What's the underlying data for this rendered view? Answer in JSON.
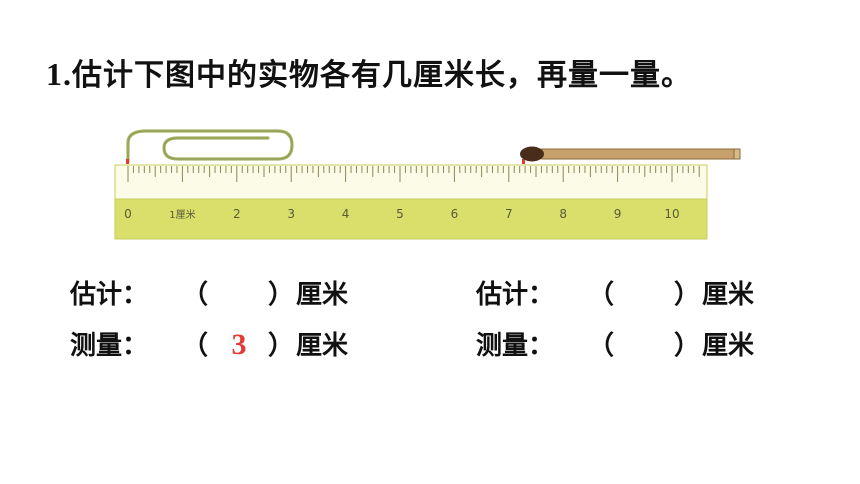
{
  "title": {
    "number": "1.",
    "text": "估计下图中的实物各有几厘米长，再量一量。"
  },
  "ruler": {
    "numbers": [
      "0",
      "1厘米",
      "2",
      "3",
      "4",
      "5",
      "6",
      "7",
      "8",
      "9",
      "10"
    ],
    "body_color": "#d9df6a",
    "tick_color": "#8a8a5a"
  },
  "objects": {
    "paperclip": {
      "icon": "paperclip-icon",
      "color": "#a9b567"
    },
    "match": {
      "icon": "matchstick-icon",
      "head_color": "#4a2c1a",
      "stick_color": "#c7a06b"
    }
  },
  "answers": {
    "left": {
      "estimate_label": "估计：",
      "estimate_value": "",
      "measure_label": "测量：",
      "measure_value": "3",
      "open_paren": "（",
      "close_paren": "）",
      "unit": "厘米"
    },
    "right": {
      "estimate_label": "估计：",
      "estimate_value": "",
      "measure_label": "测量：",
      "measure_value": "",
      "open_paren": "（",
      "close_paren": "）",
      "unit": "厘米"
    }
  }
}
